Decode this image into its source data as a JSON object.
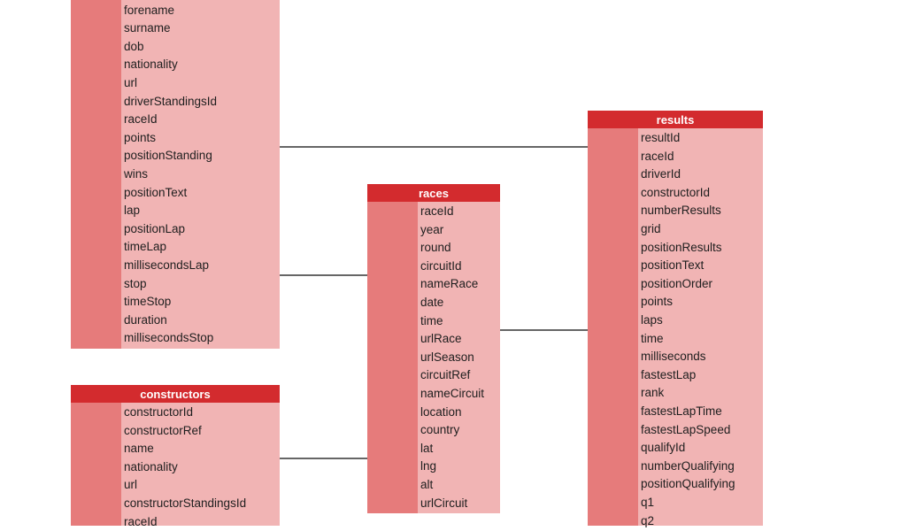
{
  "tables": [
    {
      "id": "drivers-block",
      "title": "",
      "fields": [
        "forename",
        "surname",
        "dob",
        "nationality",
        "url",
        "driverStandingsId",
        "raceId",
        "points",
        "positionStanding",
        "wins",
        "positionText",
        "lap",
        "positionLap",
        "timeLap",
        "millisecondsLap",
        "stop",
        "timeStop",
        "duration",
        "millisecondsStop"
      ]
    },
    {
      "id": "constructors",
      "title": "constructors",
      "fields": [
        "constructorId",
        "constructorRef",
        "name",
        "nationality",
        "url",
        "constructorStandingsId",
        "raceId"
      ]
    },
    {
      "id": "races",
      "title": "races",
      "fields": [
        "raceId",
        "year",
        "round",
        "circuitId",
        "nameRace",
        "date",
        "time",
        "urlRace",
        "urlSeason",
        "circuitRef",
        "nameCircuit",
        "location",
        "country",
        "lat",
        "lng",
        "alt",
        "urlCircuit"
      ]
    },
    {
      "id": "results",
      "title": "results",
      "fields": [
        "resultId",
        "raceId",
        "driverId",
        "constructorId",
        "numberResults",
        "grid",
        "positionResults",
        "positionText",
        "positionOrder",
        "points",
        "laps",
        "time",
        "milliseconds",
        "fastestLap",
        "rank",
        "fastestLapTime",
        "fastestLapSpeed",
        "qualifyId",
        "numberQualifying",
        "positionQualifying",
        "q1",
        "q2"
      ]
    }
  ],
  "colors": {
    "header": "#d32b2e",
    "key_strip": "#e67b7b",
    "body": "#f1b4b4",
    "connector": "#333333"
  }
}
